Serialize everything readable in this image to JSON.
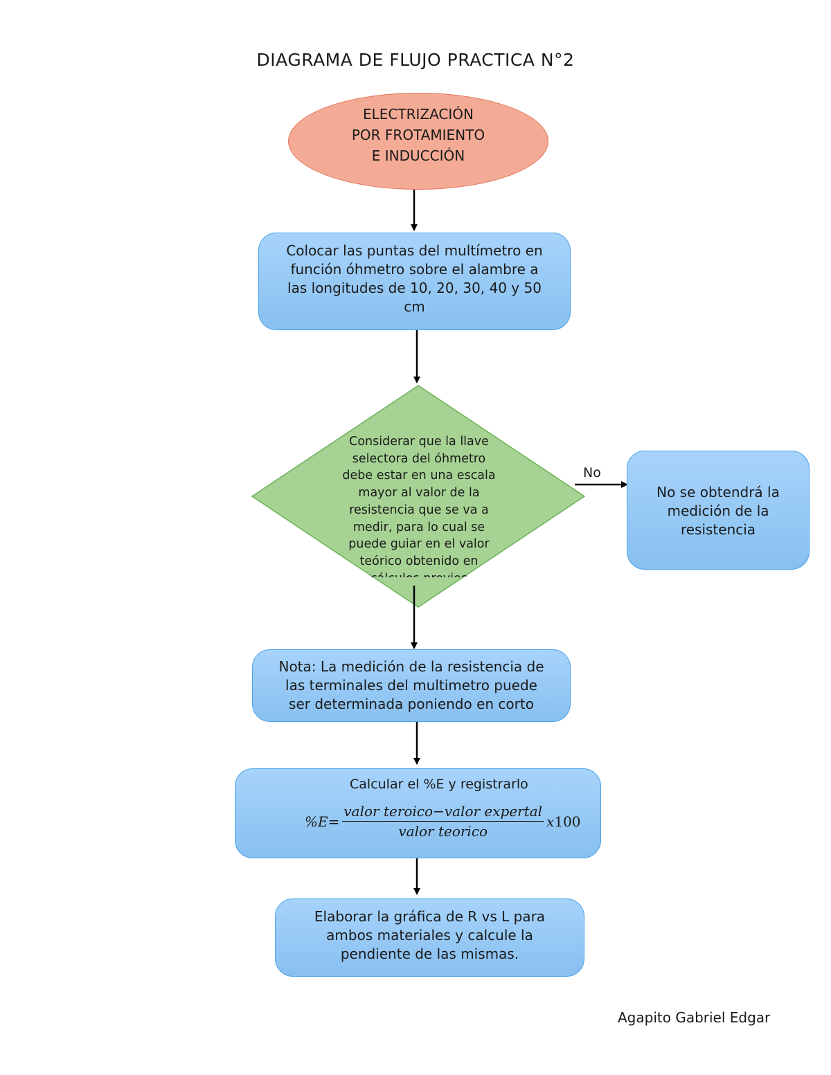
{
  "title": "DIAGRAMA DE FLUJO PRACTICA N°2",
  "start": {
    "lines": [
      "ELECTRIZACIÓN",
      "POR FROTAMIENTO",
      "E INDUCCIÓN"
    ]
  },
  "step1": {
    "lines": [
      "Colocar las puntas del multímetro en",
      "función óhmetro sobre el alambre a",
      "las longitudes de 10, 20, 30, 40 y 50",
      "cm"
    ]
  },
  "decision": {
    "lines": [
      "Considerar que la llave",
      "selectora del óhmetro",
      "debe estar en una escala",
      "mayor al valor de la",
      "resistencia que se va a",
      "medir, para lo cual se",
      "puede guiar en el valor",
      "teórico obtenido en",
      "cálculos previos"
    ],
    "no_label": "No"
  },
  "no_result": {
    "lines": [
      "No se obtendrá la",
      "medición de la",
      "resistencia"
    ]
  },
  "note": {
    "lines": [
      "Nota: La medición de la resistencia de",
      "las terminales del multimetro puede",
      "ser determinada poniendo en corto"
    ]
  },
  "calc": {
    "label": "Calcular el %E y registrarlo",
    "formula": {
      "lhs": "%E",
      "equals": "=",
      "numerator": "valor teroico−valor expertal",
      "denominator": "valor teorico",
      "times": "x",
      "factor": "100"
    }
  },
  "graph_step": {
    "lines": [
      "Elaborar la gráfica de R vs L para",
      "ambos materiales y calcule la",
      "pendiente de las mismas."
    ]
  },
  "author": "Agapito Gabriel Edgar",
  "colors": {
    "start_fill": "#f4ab96",
    "start_border": "#e27558",
    "process_fill": "#99c9f5",
    "process_border": "#4aa2ea",
    "decision_fill": "#a6d394",
    "decision_border": "#6cb256",
    "connector": "#000000"
  }
}
